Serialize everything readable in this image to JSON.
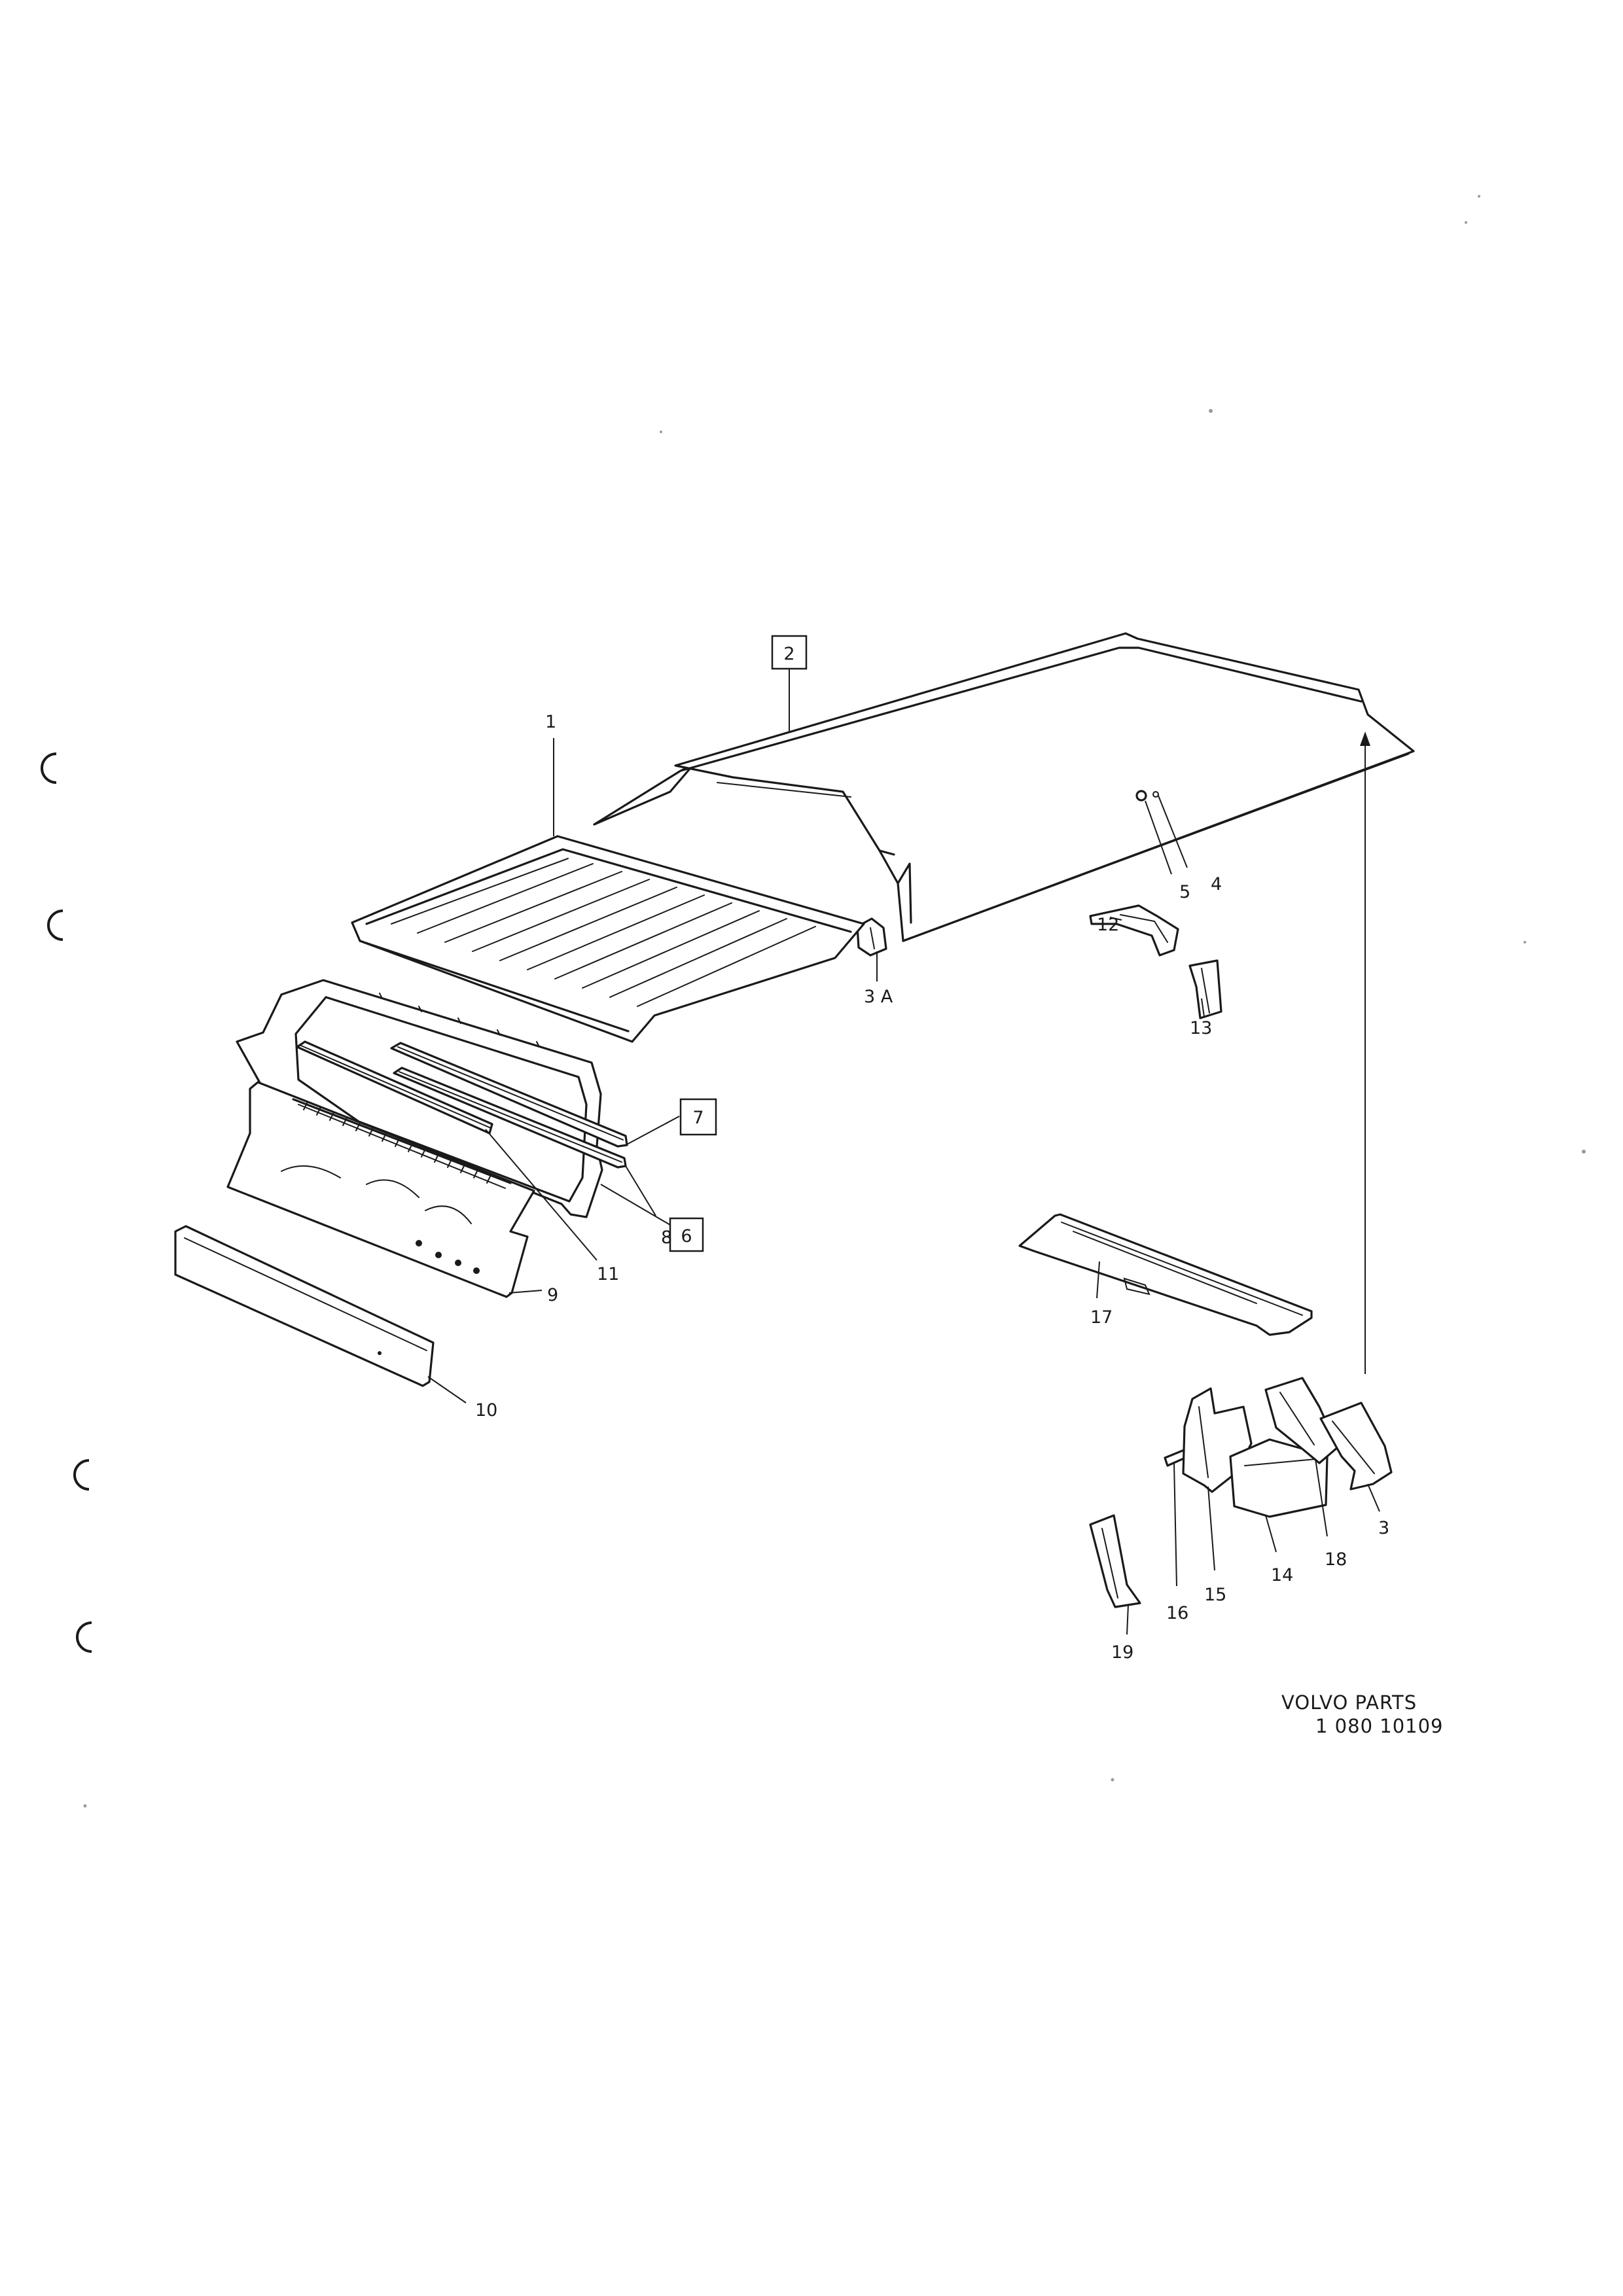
{
  "diagram": {
    "parts": [
      {
        "id": "p1",
        "label": "1",
        "boxed": false
      },
      {
        "id": "p2",
        "label": "2",
        "boxed": true
      },
      {
        "id": "p3a",
        "label": "3 A",
        "boxed": false
      },
      {
        "id": "p3",
        "label": "3",
        "boxed": false
      },
      {
        "id": "p4",
        "label": "4",
        "boxed": false
      },
      {
        "id": "p5",
        "label": "5",
        "boxed": false
      },
      {
        "id": "p6",
        "label": "6",
        "boxed": true
      },
      {
        "id": "p7",
        "label": "7",
        "boxed": true
      },
      {
        "id": "p8",
        "label": "8",
        "boxed": false
      },
      {
        "id": "p9",
        "label": "9",
        "boxed": false
      },
      {
        "id": "p10",
        "label": "10",
        "boxed": false
      },
      {
        "id": "p11",
        "label": "11",
        "boxed": false
      },
      {
        "id": "p12",
        "label": "12",
        "boxed": false
      },
      {
        "id": "p13",
        "label": "13",
        "boxed": false
      },
      {
        "id": "p14",
        "label": "14",
        "boxed": false
      },
      {
        "id": "p15",
        "label": "15",
        "boxed": false
      },
      {
        "id": "p16",
        "label": "16",
        "boxed": false
      },
      {
        "id": "p17",
        "label": "17",
        "boxed": false
      },
      {
        "id": "p18",
        "label": "18",
        "boxed": false
      },
      {
        "id": "p19",
        "label": "19",
        "boxed": false
      }
    ],
    "footer": {
      "brand": "VOLVO PARTS",
      "number": "1 080 10109"
    }
  }
}
